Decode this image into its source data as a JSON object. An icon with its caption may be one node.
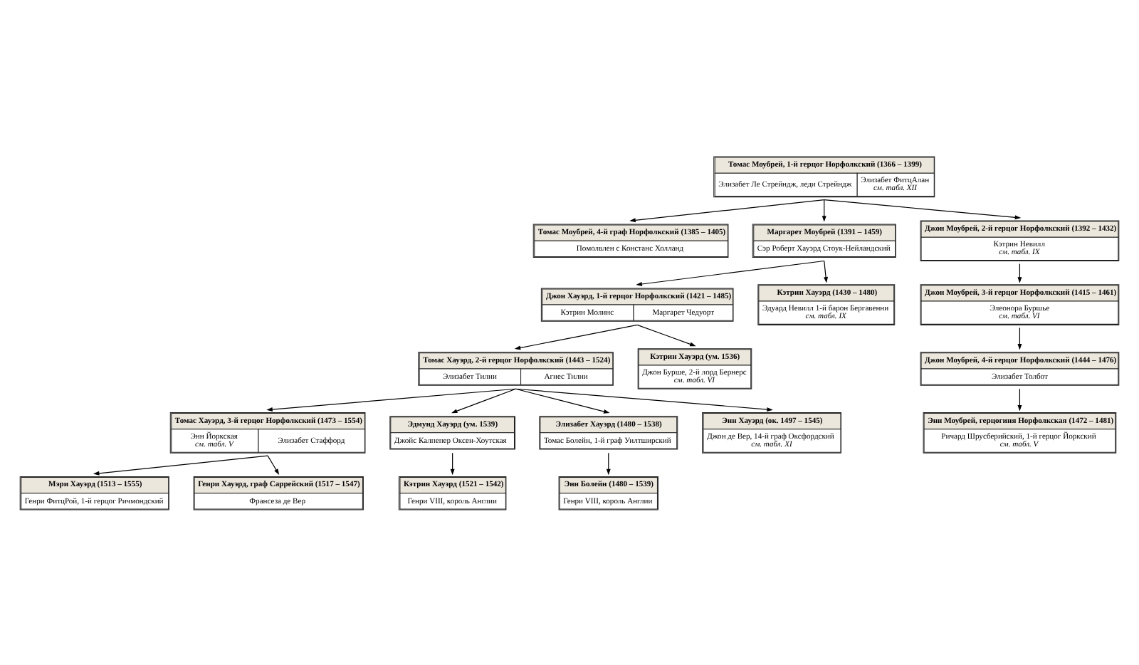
{
  "diagram": {
    "nodes": [
      {
        "text": [
          "Томас Моубрей, 1-й герцог Норфолкский (1366 – 1399)",
          "Элизабет Ле Стрейндж, леди Стрейндж",
          "Элизабет ФитцАлан",
          "см. табл. XII"
        ]
      },
      {
        "text": [
          "Томас Моубрей, 4-й граф Норфолкский (1385 – 1405)",
          "Помолвлен с Констанс Холланд"
        ]
      },
      {
        "text": [
          "Маргарет Моубрей (1391 – 1459)",
          "Сэр Роберт Хауэрд Стоук-Нейландский"
        ]
      },
      {
        "text": [
          "Джон Моубрей, 2-й герцог Норфолкский (1392 – 1432)",
          "Кэтрин Невилл",
          "см. табл. IX"
        ]
      },
      {
        "text": [
          "Джон Хауэрд, 1-й герцог Норфолкский (1421 – 1485)",
          "Кэтрин Молинс",
          "Маргарет Чедуорт"
        ]
      },
      {
        "text": [
          "Кэтрин Хауэрд (1430 – 1480)",
          "Эдуард Невилл 1-й барон Бергавенни",
          "см. табл. IX"
        ]
      },
      {
        "text": [
          "Джон Моубрей, 3-й герцог Норфолкский (1415 – 1461)",
          "Элеонора Буршье",
          "см. табл. VI"
        ]
      },
      {
        "text": [
          "Томас Хауэрд, 2-й герцог Норфолкский (1443 – 1524)",
          "Элизабет Тилни",
          "Агнес Тилни"
        ]
      },
      {
        "text": [
          "Кэтрин Хауэрд (ум. 1536)",
          "Джон Бурше, 2-й лорд Бернерс",
          "см. табл. VI"
        ]
      },
      {
        "text": [
          "Джон Моубрей, 4-й герцог Норфолкский (1444 – 1476)",
          "Элизабет Толбот"
        ]
      },
      {
        "text": [
          "Томас Хауэрд, 3-й герцог Норфолкский (1473 – 1554)",
          "Энн Йоркская",
          "см. табл. V",
          "Элизабет Стаффорд"
        ]
      },
      {
        "text": [
          "Эдмунд Хауэрд (ум. 1539)",
          "Джойс Калпепер Оксен-Хоутская"
        ]
      },
      {
        "text": [
          "Элизабет Хауэрд (1480 – 1538)",
          "Томас Болейн, 1-й граф Уилтширский"
        ]
      },
      {
        "text": [
          "Энн Хауэрд (ок. 1497 – 1545)",
          "Джон де Вер, 14-й граф Оксфордский",
          "см. табл. XI"
        ]
      },
      {
        "text": [
          "Энн Моубрей, герцогиня Норфолкская (1472 – 1481)",
          "Ричард Шрусберийский, 1-й герцог Йоркский",
          "см. табл. V"
        ]
      },
      {
        "text": [
          "Мэри Хауэрд (1513 – 1555)",
          "Генри ФитцРой, 1-й герцог Ричмондский"
        ]
      },
      {
        "text": [
          "Генри Хауэрд, граф Саррейский (1517 – 1547)",
          "Франсеза де Вер"
        ]
      },
      {
        "text": [
          "Кэтрин Хауэрд (1521 – 1542)",
          "Генри VIII, король Англии"
        ]
      },
      {
        "text": [
          "Энн Болейн (1480 – 1539)",
          "Генри VIII, король Англии"
        ]
      }
    ],
    "edges": [
      {
        "from": 0,
        "to": 1,
        "arrow": "to"
      },
      {
        "from": 0,
        "to": 2,
        "arrow": "to"
      },
      {
        "from": 0,
        "to": 3,
        "arrow": "to"
      },
      {
        "from": 2,
        "to": 4,
        "arrow": "to"
      },
      {
        "from": 2,
        "to": 5,
        "arrow": "to"
      },
      {
        "from": 3,
        "to": 6,
        "arrow": "to"
      },
      {
        "from": 4,
        "to": 7,
        "arrow": "to"
      },
      {
        "from": 4,
        "to": 8,
        "arrow": "to"
      },
      {
        "from": 6,
        "to": 9,
        "arrow": "to"
      },
      {
        "from": 7,
        "to": 10,
        "arrow": "to"
      },
      {
        "from": 7,
        "to": 11,
        "arrow": "to"
      },
      {
        "from": 7,
        "to": 12,
        "arrow": "to"
      },
      {
        "from": 7,
        "to": 13,
        "arrow": "to"
      },
      {
        "from": 9,
        "to": 14,
        "arrow": "to"
      },
      {
        "from": 10,
        "to": 15,
        "arrow": "to"
      },
      {
        "from": 10,
        "to": 16,
        "arrow": "to"
      },
      {
        "from": 11,
        "to": 17,
        "arrow": "to"
      },
      {
        "from": 12,
        "to": 18,
        "arrow": "to"
      }
    ]
  }
}
